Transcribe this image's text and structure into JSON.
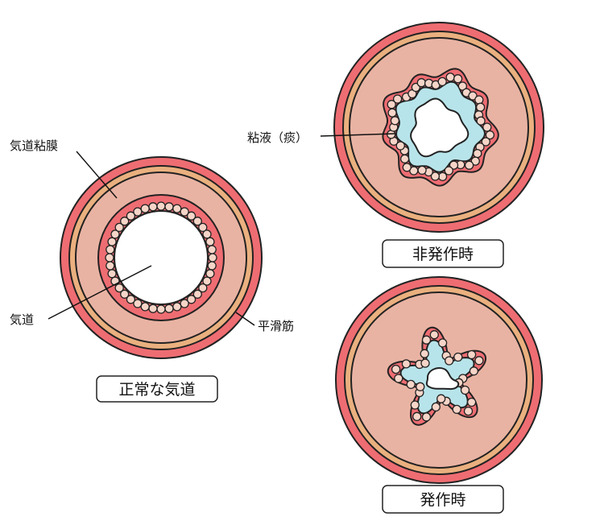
{
  "labels": {
    "mucosa": "気道粘膜",
    "airway": "気道",
    "smooth_muscle": "平滑筋",
    "mucus": "粘液（痰）"
  },
  "captions": {
    "normal": "正常な気道",
    "non_attack": "非発作時",
    "attack": "発作時"
  },
  "colors": {
    "outline": "#222222",
    "outer_wall": "#ee6d72",
    "smooth_muscle": "#eab07f",
    "mucosa": "#e9b3a3",
    "epithelium": "#ee6d72",
    "mucus": "#b7e4ea",
    "cell_fill": "#f6d5c8",
    "lumen": "#ffffff"
  }
}
